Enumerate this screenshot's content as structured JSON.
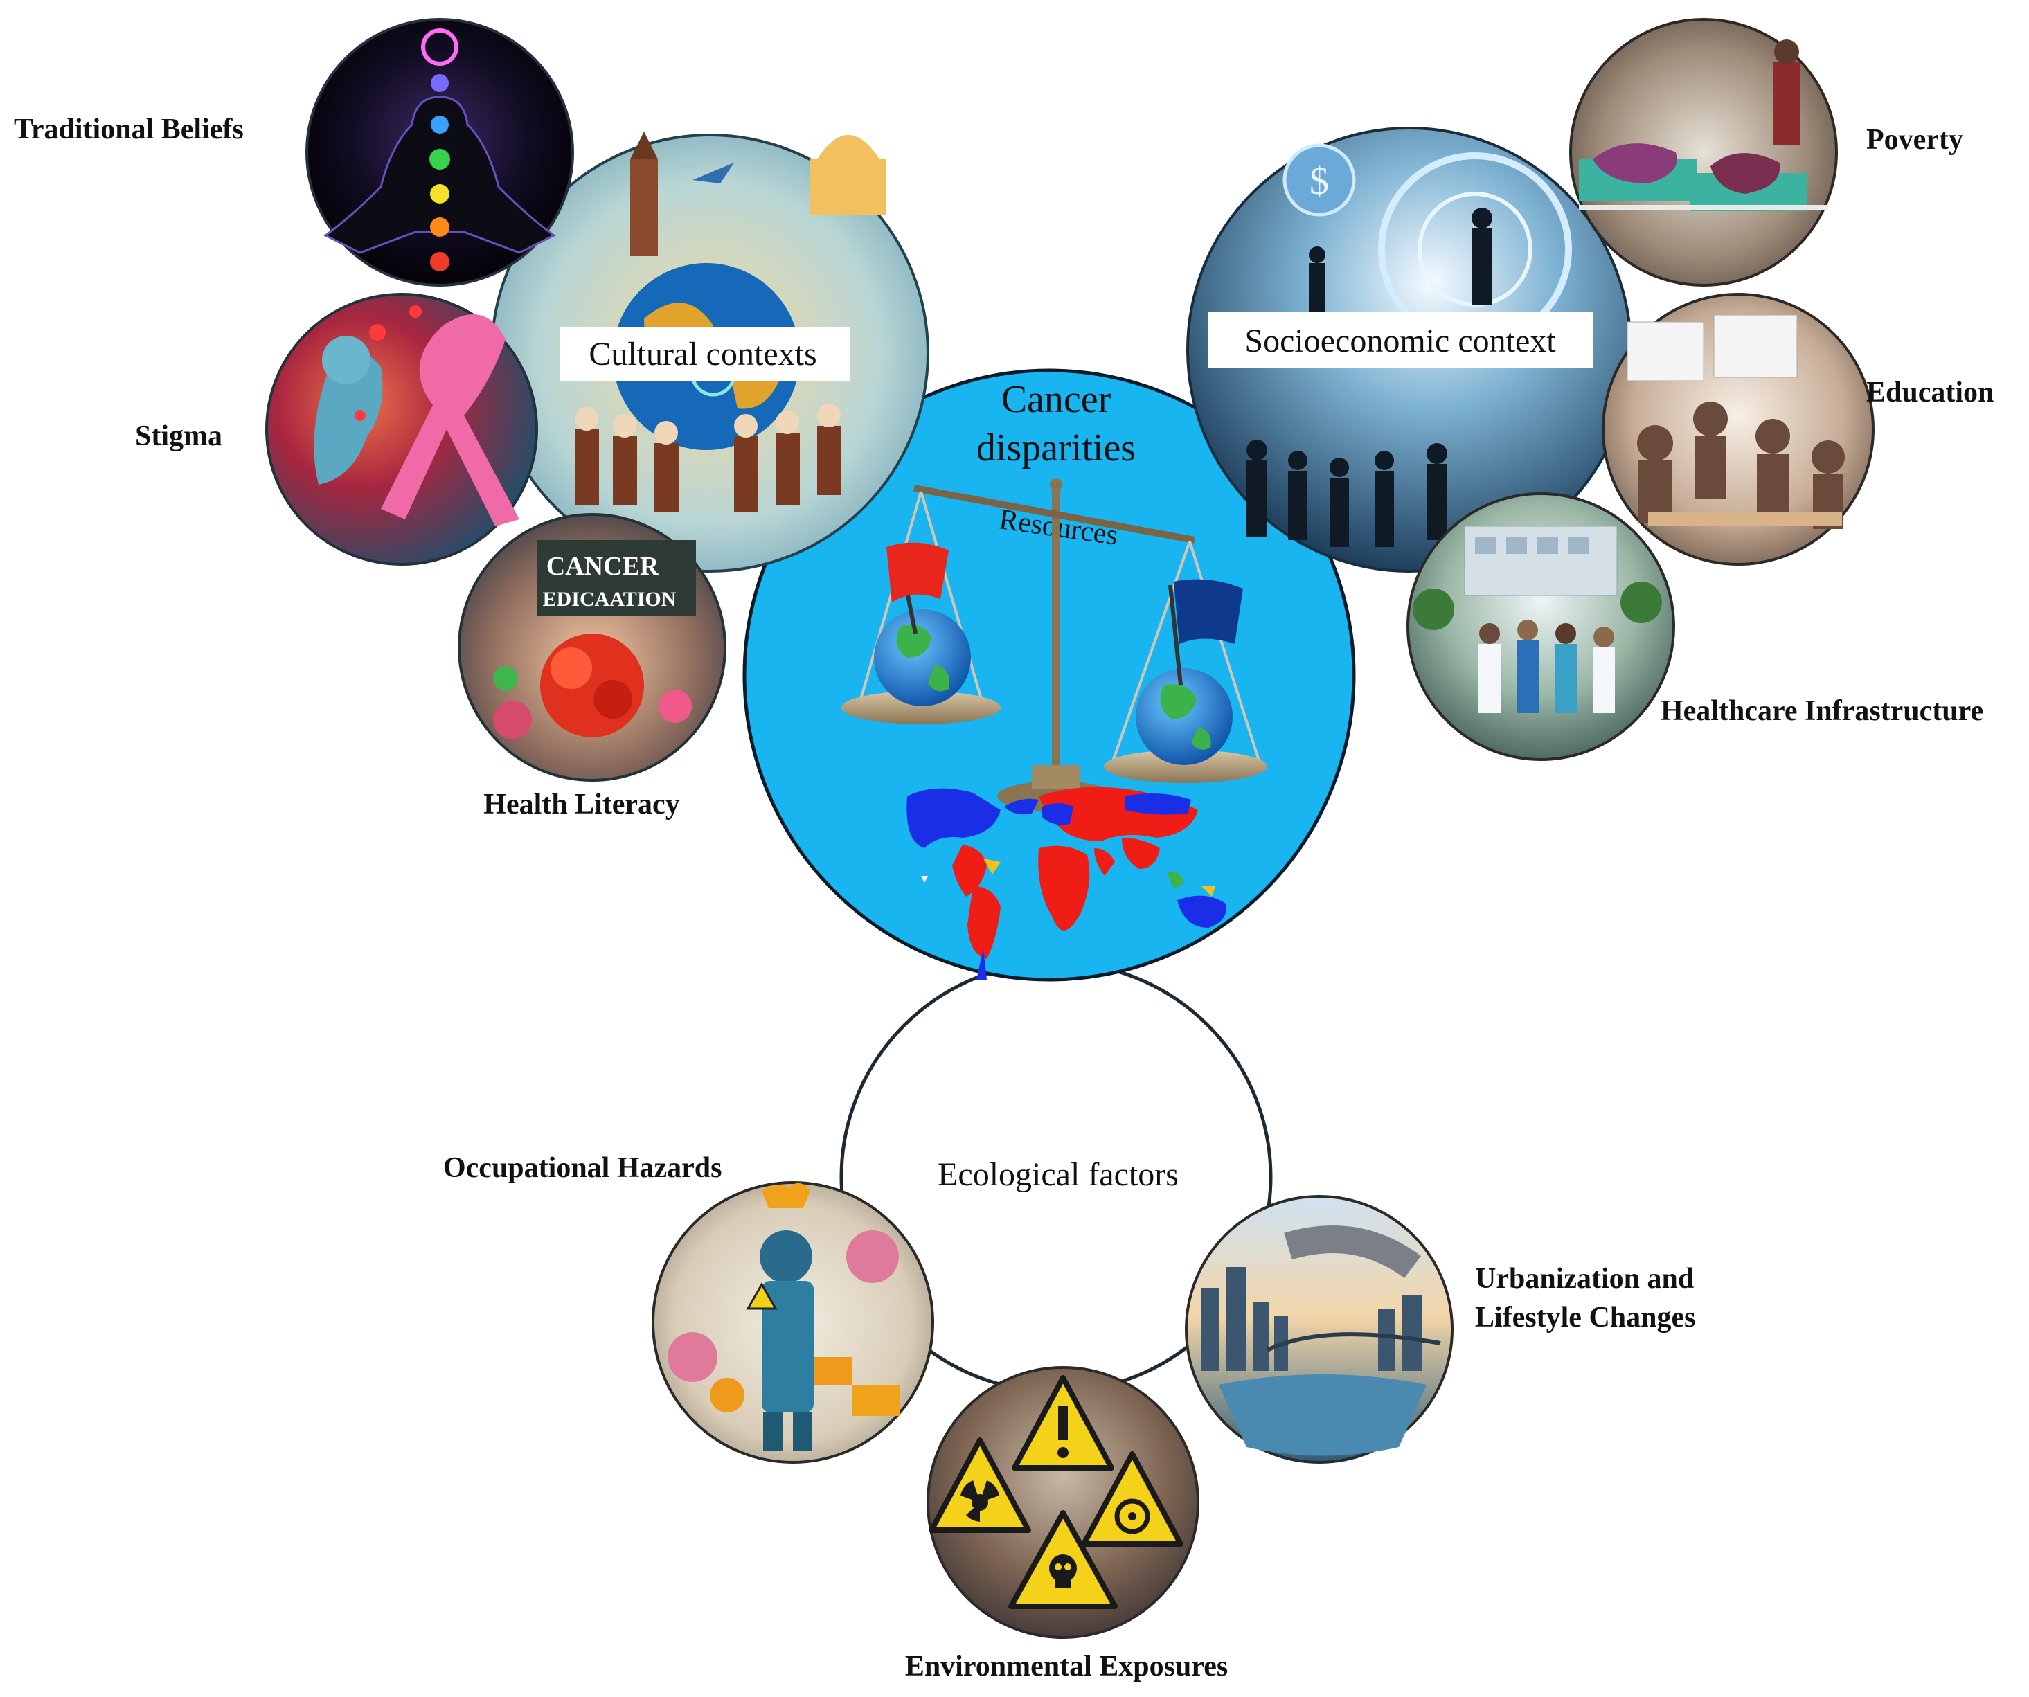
{
  "center": {
    "title_line1": "Cancer",
    "title_line2": "disparities",
    "scale_label": "Resources",
    "color": "#19b5f0",
    "map_colors": {
      "high": "#1a2ee8",
      "low": "#ef1d15"
    },
    "flag_colors": {
      "left": "#e8261c",
      "right": "#0f3a8c"
    }
  },
  "cultural": {
    "label": "Cultural contexts",
    "factors": [
      "Traditional Beliefs",
      "Stigma",
      "Health Literacy"
    ],
    "poster_text": [
      "CANCER",
      "EDICAATION"
    ]
  },
  "socioeconomic": {
    "label": "Socioeconomic context",
    "factors": [
      "Poverty",
      "Education",
      "Healthcare Infrastructure"
    ]
  },
  "ecological": {
    "label": "Ecological factors",
    "factors": [
      "Occupational Hazards",
      "Environmental Exposures"
    ],
    "factor_multiline": [
      "Urbanization and",
      "Lifestyle Changes"
    ]
  }
}
